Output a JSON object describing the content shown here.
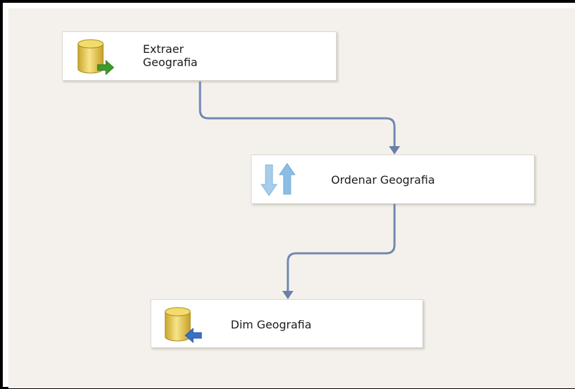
{
  "nodes": {
    "extract": {
      "label": "Extraer\nGeografia",
      "icon": "database-source-icon"
    },
    "sort": {
      "label": "Ordenar Geografia",
      "icon": "sort-arrows-icon"
    },
    "destination": {
      "label": "Dim Geografia",
      "icon": "database-destination-icon"
    }
  },
  "colors": {
    "canvas": "#f4f1ec",
    "connector": "#7088b0",
    "cylinder": "#e8c84a",
    "green_arrow": "#3c9a2c",
    "blue_arrow": "#3a6fc8",
    "sort_arrow": "#8cbde6"
  }
}
